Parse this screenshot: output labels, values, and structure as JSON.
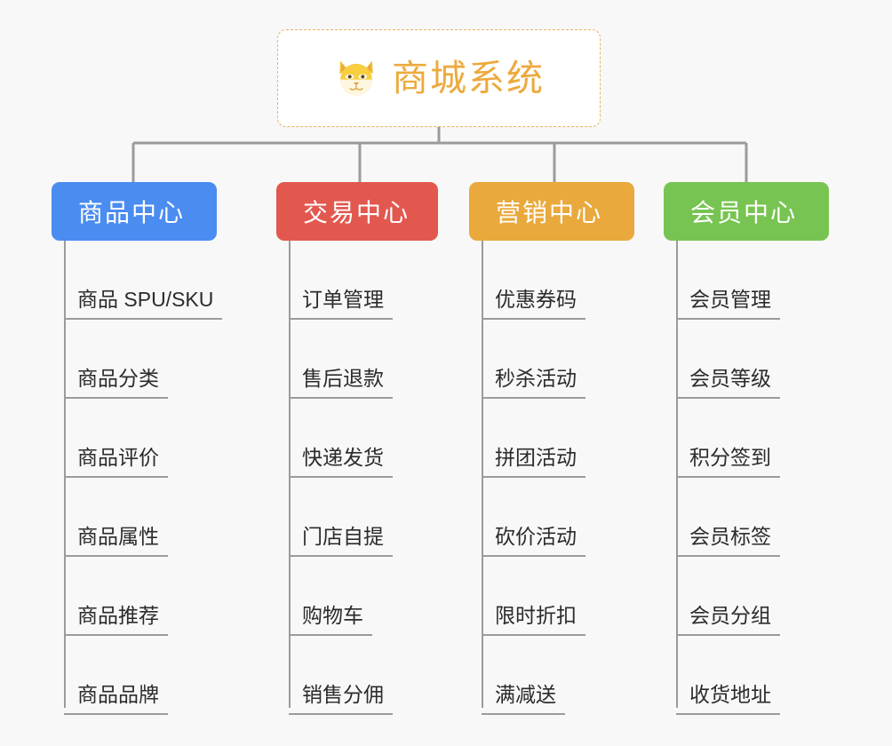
{
  "diagram": {
    "background_color": "#f8f8f8",
    "root": {
      "title": "商城系统",
      "icon": "shiba-dog-emoji",
      "text_color": "#eda93c",
      "border_color": "#e8b562"
    },
    "connector_color": "#9b9b9b",
    "branches": [
      {
        "label": "商品中心",
        "color": "#4a8cf0",
        "items": [
          "商品 SPU/SKU",
          "商品分类",
          "商品评价",
          "商品属性",
          "商品推荐",
          "商品品牌"
        ]
      },
      {
        "label": "交易中心",
        "color": "#e2584f",
        "items": [
          "订单管理",
          "售后退款",
          "快递发货",
          "门店自提",
          "购物车",
          "销售分佣"
        ]
      },
      {
        "label": "营销中心",
        "color": "#e9a93c",
        "items": [
          "优惠券码",
          "秒杀活动",
          "拼团活动",
          "砍价活动",
          "限时折扣",
          "满减送"
        ]
      },
      {
        "label": "会员中心",
        "color": "#78c452",
        "items": [
          "会员管理",
          "会员等级",
          "积分签到",
          "会员标签",
          "会员分组",
          "收货地址"
        ]
      }
    ]
  }
}
